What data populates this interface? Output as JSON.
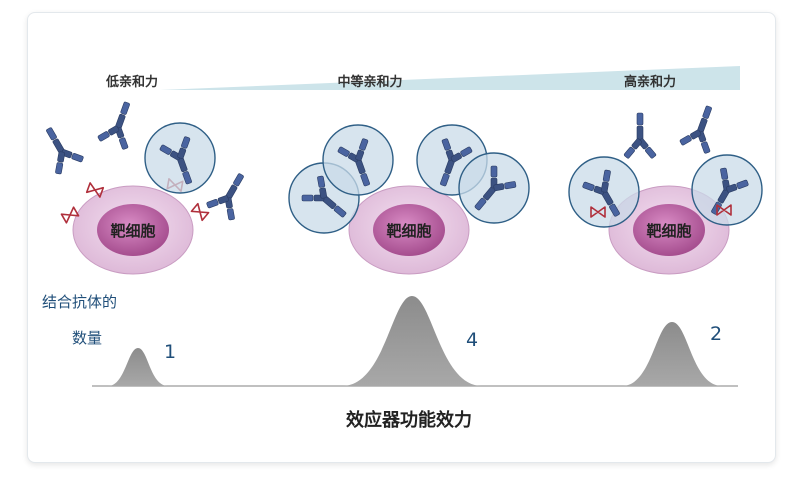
{
  "affinity_labels": {
    "low": "低亲和力",
    "medium": "中等亲和力",
    "high": "高亲和力"
  },
  "cell_label": "靶细胞",
  "y_label_line1": "结合抗体的",
  "y_label_line2": "数量",
  "peak_values": [
    "1",
    "4",
    "2"
  ],
  "x_label": "效应器功能效力"
}
